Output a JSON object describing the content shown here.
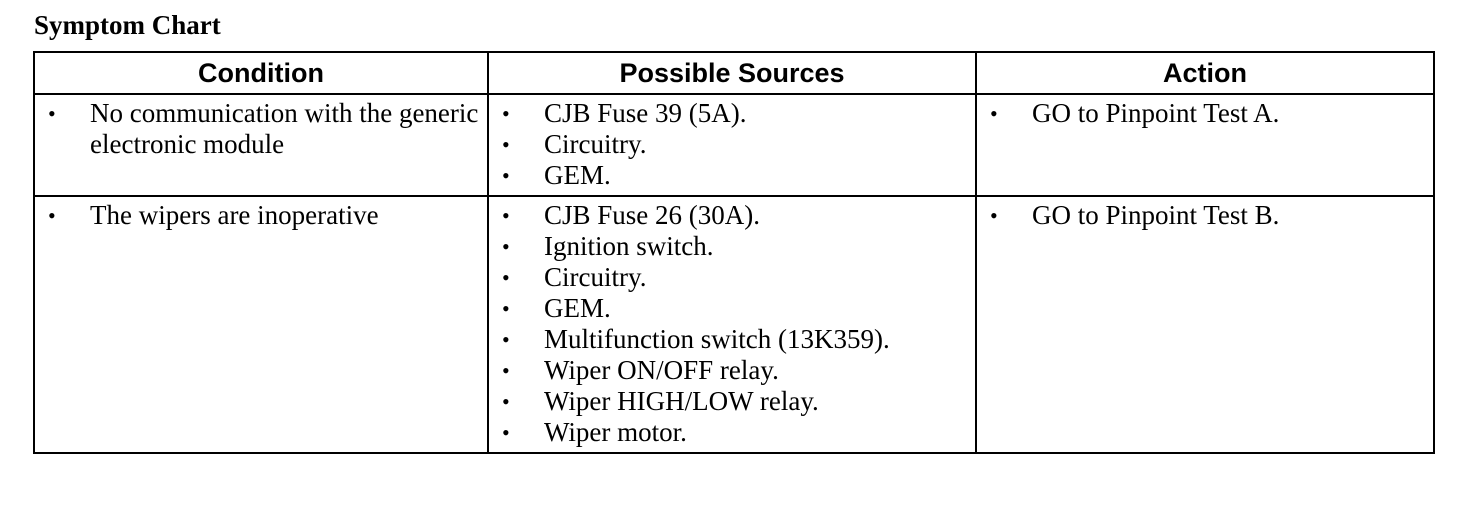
{
  "title": "Symptom Chart",
  "headers": {
    "condition": "Condition",
    "sources": "Possible Sources",
    "action": "Action"
  },
  "bullet": "•",
  "rows": [
    {
      "condition": [
        "No communication with the generic electronic module"
      ],
      "sources": [
        "CJB Fuse 39 (5A).",
        "Circuitry.",
        "GEM."
      ],
      "action": [
        "GO to Pinpoint Test A."
      ]
    },
    {
      "condition": [
        "The wipers are inoperative"
      ],
      "sources": [
        "CJB Fuse 26 (30A).",
        "Ignition switch.",
        "Circuitry.",
        "GEM.",
        "Multifunction switch (13K359).",
        "Wiper ON/OFF relay.",
        "Wiper HIGH/LOW relay.",
        "Wiper motor."
      ],
      "action": [
        "GO to Pinpoint Test B."
      ]
    }
  ]
}
